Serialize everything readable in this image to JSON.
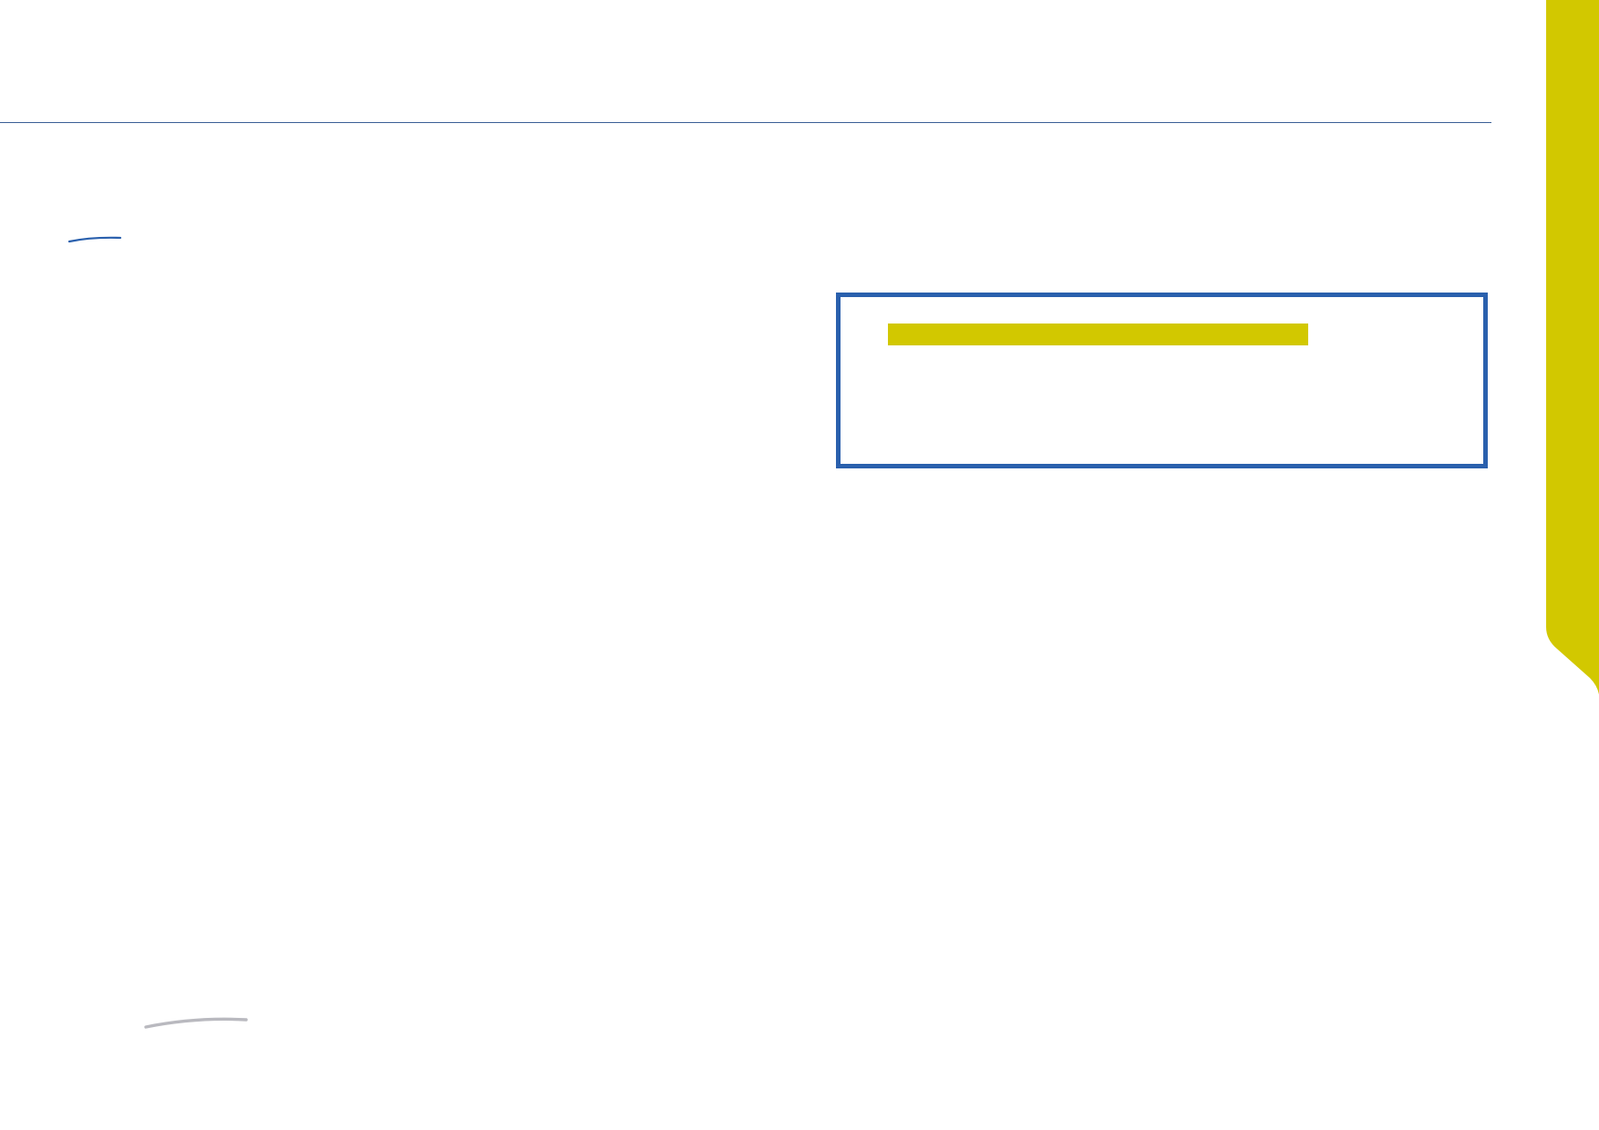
{
  "theme": {
    "accent_yellow": "#d2c800",
    "accent_blue": "#2a60ad",
    "rule_color": "#3a5f95",
    "mark_grey": "#b9b9bf"
  },
  "header": {
    "rule": "horizontal-divider"
  },
  "side_tab": {
    "color": "#d2c800"
  },
  "callout": {
    "highlight_color": "#d2c800",
    "border_color": "#2a60ad"
  },
  "decorations": {
    "top_mark": "pen-stroke",
    "bottom_mark": "pen-stroke"
  }
}
